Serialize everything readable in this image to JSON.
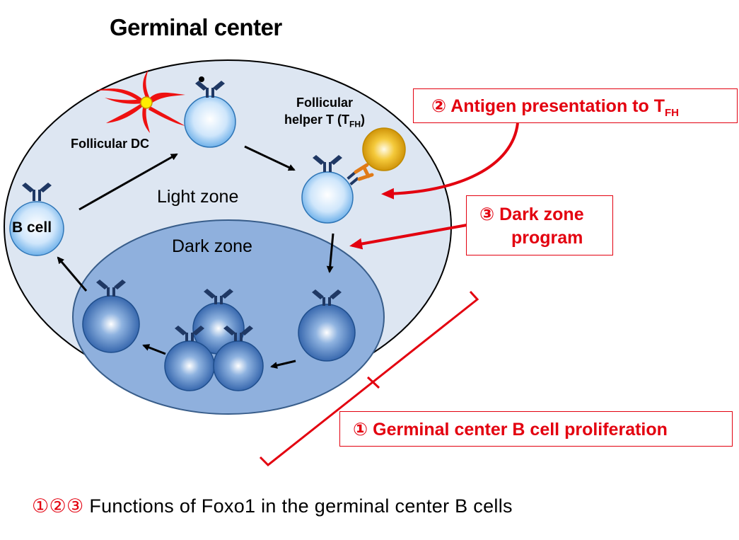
{
  "title": "Germinal center",
  "labels": {
    "follicular_dc": "Follicular DC",
    "tfh_line1": "Follicular",
    "tfh_line2_prefix": "helper T (T",
    "tfh_sub": "FH",
    "tfh_suffix": ")",
    "light_zone": "Light zone",
    "dark_zone": "Dark zone",
    "b_cell": "B cell"
  },
  "boxes": {
    "antigen_num": "②",
    "antigen_text": "Antigen presentation to T",
    "antigen_sub": "FH",
    "dark_zone_num": "③",
    "dark_zone_line1": "Dark zone",
    "dark_zone_line2": "program",
    "proliferation_num": "①",
    "proliferation_text": "Germinal center B cell proliferation"
  },
  "footer": {
    "nums": "①②③",
    "text": " Functions of Foxo1 in the germinal center B cells"
  },
  "colors": {
    "outer_fill": "#dde6f2",
    "dark_zone_fill": "#8fb0dd",
    "highlight": "#e3000f",
    "antibody": "#1f3864",
    "tfh_cell": "#e8b010",
    "dendritic": "#ee1111"
  }
}
